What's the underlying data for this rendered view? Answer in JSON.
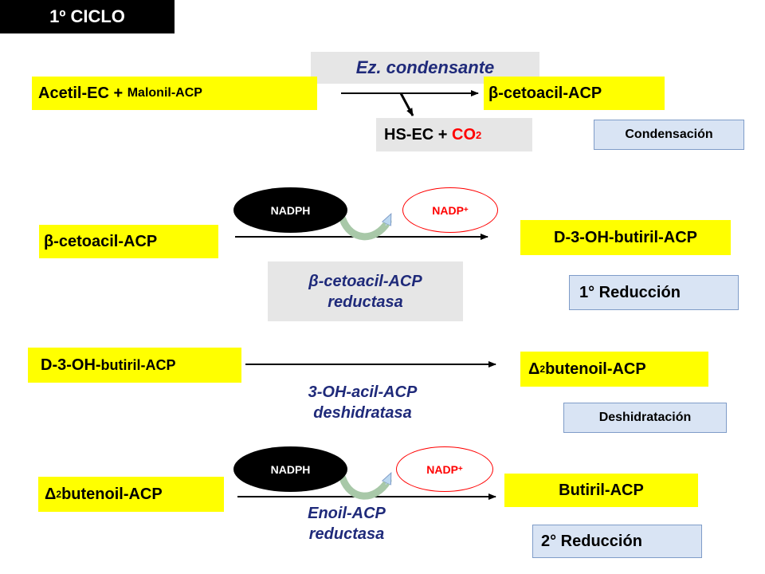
{
  "title": "1º CICLO",
  "step1": {
    "enzyme": "Ez. condensante",
    "substrate_a": "Acetil-EC + ",
    "substrate_b": "Malonil-ACP",
    "product_symbol": "β",
    "product": "-cetoacil-ACP",
    "byproduct_a": "HS-EC + ",
    "byproduct_co": "CO",
    "byproduct_sub": "2",
    "label": "Condensación"
  },
  "step2": {
    "cofactor_in": "NADPH",
    "cofactor_out": "NADP",
    "cofactor_out_sup": "+",
    "substrate_symbol": "β",
    "substrate": "-cetoacil-ACP",
    "product": "D-3-OH-butiril-ACP",
    "enzyme_symbol": "β",
    "enzyme_line1": "-cetoacil-ACP",
    "enzyme_line2": "reductasa",
    "label": "1° Reducción"
  },
  "step3": {
    "substrate_a": "D-3-OH-",
    "substrate_b": "butiril-ACP",
    "product_symbol": "Δ",
    "product_sup": "2",
    "product": " butenoil-ACP",
    "enzyme_line1": "3-OH-acil-ACP",
    "enzyme_line2": "deshidratasa",
    "label": "Deshidratación"
  },
  "step4": {
    "cofactor_in": "NADPH",
    "cofactor_out": "NADP",
    "cofactor_out_sup": "+",
    "substrate_symbol": "Δ",
    "substrate_sup": "2",
    "substrate": " butenoil-ACP",
    "product": "Butiril-ACP",
    "enzyme_line1": "Enoil-ACP",
    "enzyme_line2": "reductasa",
    "label": "2° Reducción"
  },
  "colors": {
    "highlight": "#ffff00",
    "title_bg": "#000000",
    "label_bg": "#d9e4f4",
    "enzyme_text": "#1f2a7a",
    "co2": "#ff0000",
    "nadp_border": "#ff0000",
    "recycle_arrow": "#a8c8a8"
  }
}
